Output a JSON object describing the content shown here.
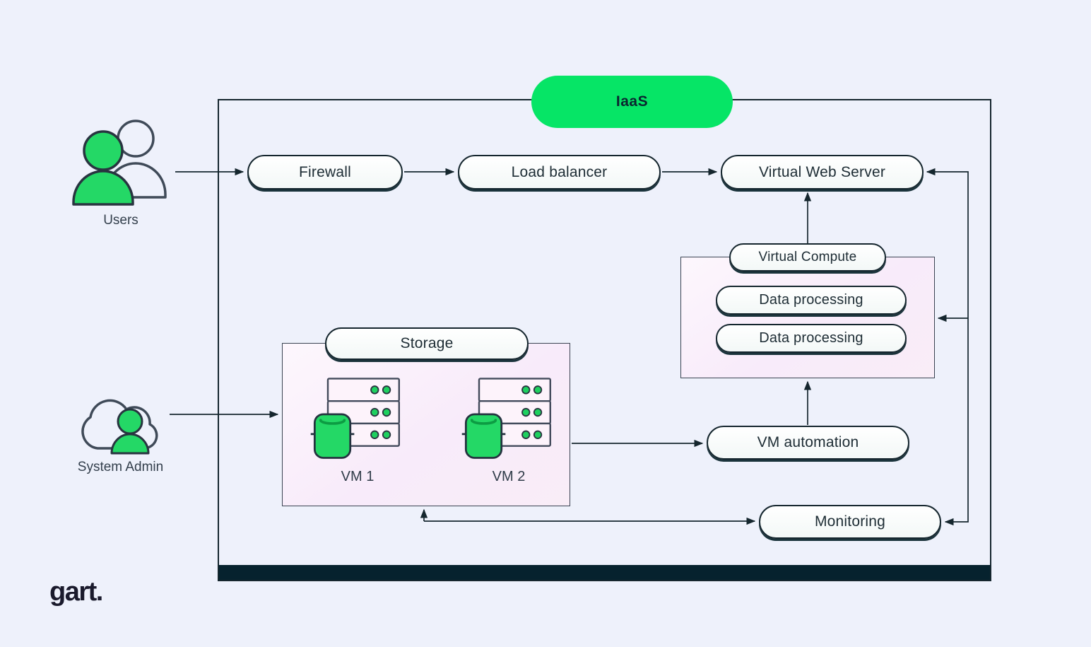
{
  "diagram": {
    "title": "IaaS",
    "actors": {
      "users": "Users",
      "system_admin": "System Admin"
    },
    "nodes": {
      "firewall": "Firewall",
      "load_balancer": "Load balancer",
      "virtual_web_server": "Virtual Web Server",
      "virtual_compute": "Virtual Compute",
      "data_processing_1": "Data processing",
      "data_processing_2": "Data processing",
      "storage": "Storage",
      "vm1": "VM 1",
      "vm2": "VM 2",
      "vm_automation": "VM automation",
      "monitoring": "Monitoring"
    },
    "edges": [
      {
        "from": "users",
        "to": "firewall"
      },
      {
        "from": "firewall",
        "to": "load_balancer"
      },
      {
        "from": "load_balancer",
        "to": "virtual_web_server"
      },
      {
        "from": "virtual_compute",
        "to": "virtual_web_server"
      },
      {
        "from": "vm_automation",
        "to": "virtual_compute"
      },
      {
        "from": "storage",
        "to": "vm_automation"
      },
      {
        "from": "monitoring",
        "to": "storage"
      },
      {
        "from": "storage",
        "to": "monitoring"
      },
      {
        "from": "system_admin",
        "to": "storage"
      },
      {
        "from": "right_trunk",
        "to": "virtual_web_server"
      },
      {
        "from": "right_trunk",
        "to": "virtual_compute"
      },
      {
        "from": "right_trunk",
        "to": "monitoring"
      }
    ],
    "colors": {
      "background": "#EEF1FB",
      "accent_green": "#06E566",
      "icon_green": "#24D866",
      "panel_pink": "#F8EBFA",
      "ink": "#15262E",
      "base_bar": "#06222E"
    },
    "logo": "gart."
  }
}
